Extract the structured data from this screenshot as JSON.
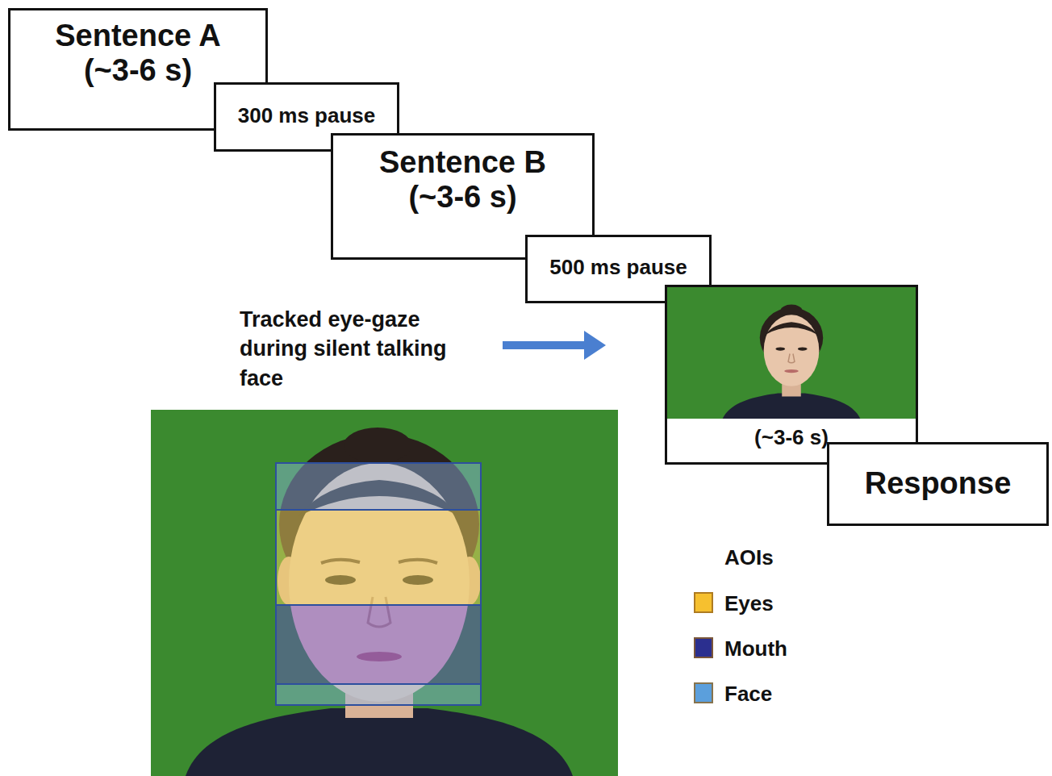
{
  "diagram": {
    "nodes": [
      {
        "text": [
          "Sentence A (~3-6 s)"
        ]
      },
      {
        "text": [
          "300 ms pause"
        ]
      },
      {
        "text": [
          "Sentence B (~3-6 s)"
        ]
      },
      {
        "text": [
          "500 ms pause"
        ]
      },
      {
        "text": [
          "(~3-6 s)"
        ]
      },
      {
        "text": [
          "Response"
        ]
      }
    ],
    "labels": [
      "Tracked eye-gaze during silent talking face",
      "AOIs"
    ],
    "legend": [
      {
        "text": "Eyes",
        "color": "#f6c02f"
      },
      {
        "text": "Mouth",
        "color": "#2b2f8f"
      },
      {
        "text": "Face",
        "color": "#5b9fdc"
      }
    ]
  }
}
